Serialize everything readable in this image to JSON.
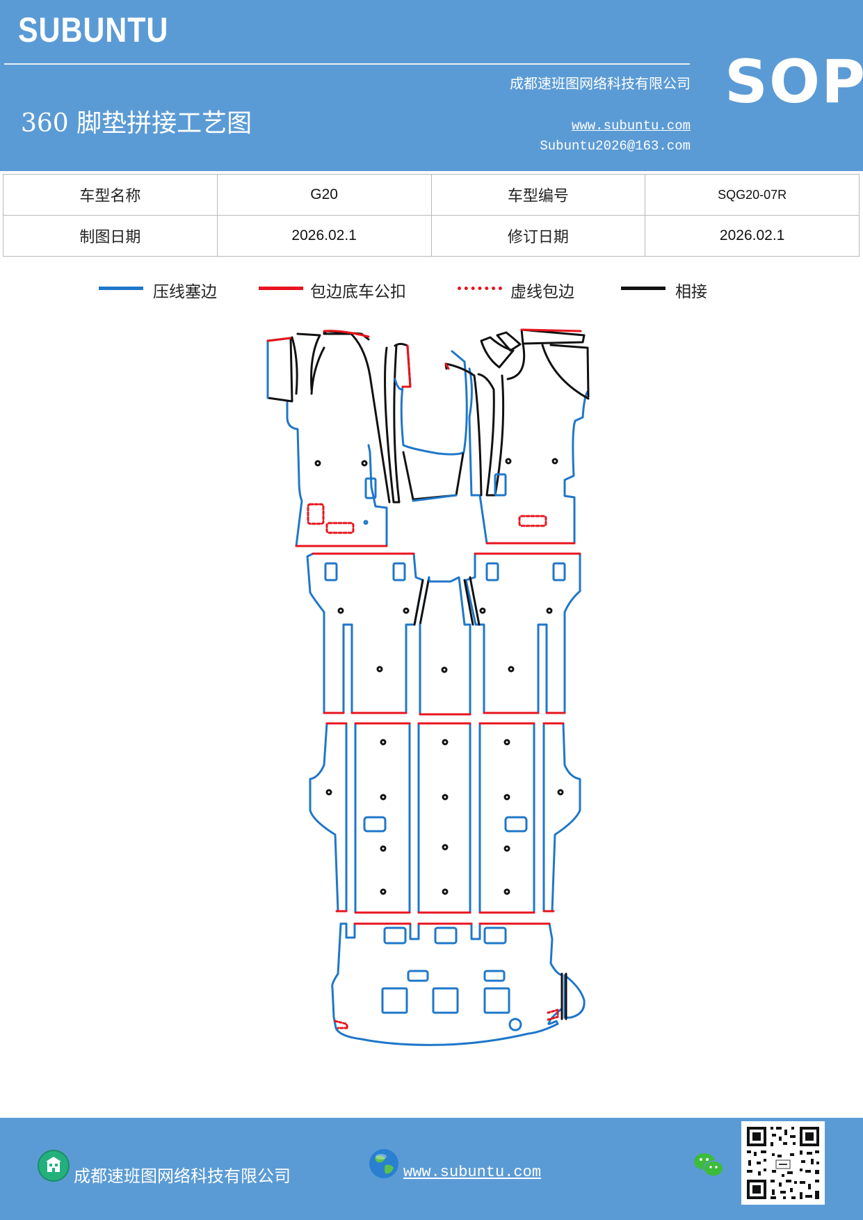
{
  "header": {
    "brand": "SUBUNTU",
    "company": "成都速班图网络科技有限公司",
    "title": "360 脚垫拼接工艺图",
    "website": "www.subuntu.com",
    "email": "Subuntu2026@163.com",
    "badge": "SOP"
  },
  "info_table": {
    "rows": [
      {
        "label1": "车型名称",
        "value1": "G20",
        "label2": "车型编号",
        "value2": "SQG20-07R"
      },
      {
        "label1": "制图日期",
        "value1": "2026.02.1",
        "label2": "修订日期",
        "value2": "2026.02.1"
      }
    ]
  },
  "legend": [
    {
      "label": "压线塞边",
      "color": "#1f77c9",
      "style": "solid"
    },
    {
      "label": "包边底车公扣",
      "color": "#e8141e",
      "style": "solid"
    },
    {
      "label": "虚线包边",
      "color": "#e8141e",
      "style": "dotted"
    },
    {
      "label": "相接",
      "color": "#111111",
      "style": "solid"
    }
  ],
  "colors": {
    "header_bg": "#5b9bd5",
    "blue_line": "#1f77c9",
    "red_line": "#e8141e",
    "black_line": "#111111"
  },
  "footer": {
    "company": "成都速班图网络科技有限公司",
    "website": "www.subuntu.com",
    "icons": [
      "building-icon",
      "globe-icon",
      "wechat-icon",
      "qr-code"
    ]
  }
}
